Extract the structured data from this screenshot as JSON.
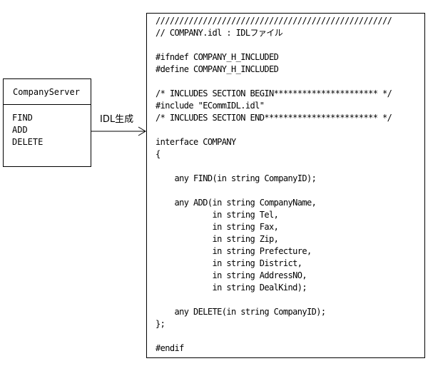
{
  "class_box": {
    "name": "CompanyServer",
    "methods": [
      "FIND",
      "ADD",
      "DELETE"
    ]
  },
  "arrow": {
    "label": "IDL生成"
  },
  "code": {
    "lines": [
      "//////////////////////////////////////////////////",
      "// COMPANY.idl : IDLファイル",
      "",
      "#ifndef COMPANY_H_INCLUDED",
      "#define COMPANY_H_INCLUDED",
      "",
      "/* INCLUDES SECTION BEGIN********************** */",
      "#include \"ECommIDL.idl\"",
      "/* INCLUDES SECTION END************************ */",
      "",
      "interface COMPANY",
      "{",
      "",
      "    any FIND(in string CompanyID);",
      "",
      "    any ADD(in string CompanyName,",
      "            in string Tel,",
      "            in string Fax,",
      "            in string Zip,",
      "            in string Prefecture,",
      "            in string District,",
      "            in string AddressNO,",
      "            in string DealKind);",
      "",
      "    any DELETE(in string CompanyID);",
      "};",
      "",
      "#endif"
    ]
  }
}
